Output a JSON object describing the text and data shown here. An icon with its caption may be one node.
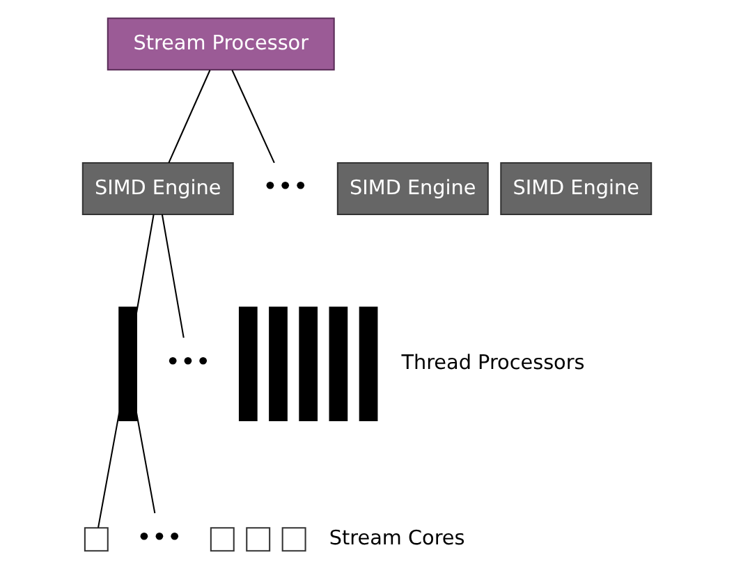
{
  "diagram": {
    "nodes": [
      {
        "text": [
          "Stream Processor"
        ]
      },
      {
        "text": [
          "SIMD Engine"
        ]
      },
      {
        "text": [
          "SIMD Engine"
        ]
      },
      {
        "text": [
          "SIMD Engine"
        ]
      },
      {
        "text": [
          "•••"
        ]
      },
      {
        "text": [],
        "shape": "bar"
      },
      {
        "text": [],
        "shape": "bar"
      },
      {
        "text": [],
        "shape": "bar"
      },
      {
        "text": [],
        "shape": "bar"
      },
      {
        "text": [],
        "shape": "bar"
      },
      {
        "text": [],
        "shape": "bar"
      },
      {
        "text": [
          "•••"
        ]
      },
      {
        "text": [],
        "shape": "box"
      },
      {
        "text": [],
        "shape": "box"
      },
      {
        "text": [],
        "shape": "box"
      },
      {
        "text": [],
        "shape": "box"
      },
      {
        "text": [
          "•••"
        ]
      }
    ],
    "edges": [
      {
        "from": 0,
        "to": 1,
        "arrow": "none"
      },
      {
        "from": 0,
        "to": 4,
        "arrow": "none"
      },
      {
        "from": 1,
        "to": 5,
        "arrow": "none"
      },
      {
        "from": 1,
        "to": 11,
        "arrow": "none"
      },
      {
        "from": 5,
        "to": 12,
        "arrow": "none"
      },
      {
        "from": 5,
        "to": 16,
        "arrow": "none"
      }
    ],
    "labels": [
      "Thread Processors",
      "Stream Cores"
    ]
  }
}
